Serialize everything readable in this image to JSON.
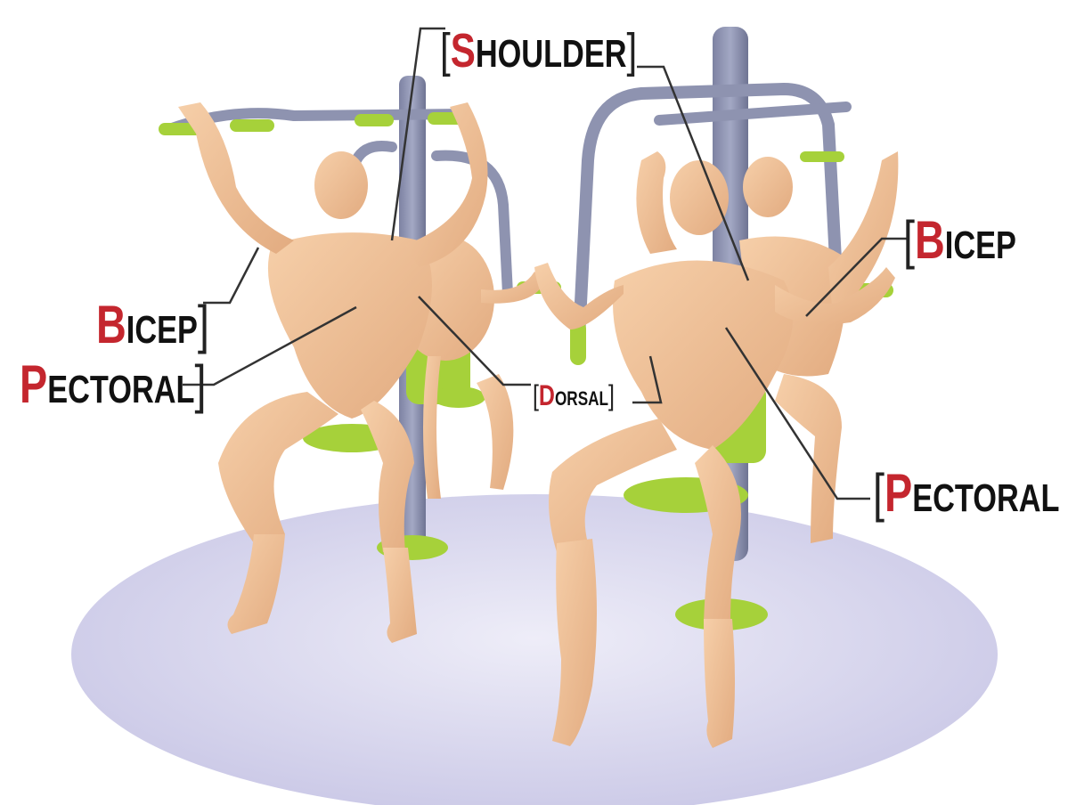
{
  "labels": {
    "shoulder": {
      "initial": "S",
      "rest": "HOULDER"
    },
    "bicep_left": {
      "initial": "B",
      "rest": "ICEP"
    },
    "pectoral_left": {
      "initial": "P",
      "rest": "ECTORAL"
    },
    "dorsal": {
      "initial": "D",
      "rest": "ORSAL"
    },
    "bicep_right": {
      "initial": "B",
      "rest": "ICEP"
    },
    "pectoral_right": {
      "initial": "P",
      "rest": "ECTORAL"
    }
  },
  "colors": {
    "accent_initial": "#c4262e",
    "label_text": "#111111",
    "skin": "#f2c29a",
    "machine_frame": "#8e93b0",
    "handle_green": "#a6d13a",
    "floor": "#dcdaf0",
    "leader_line": "#333333"
  }
}
